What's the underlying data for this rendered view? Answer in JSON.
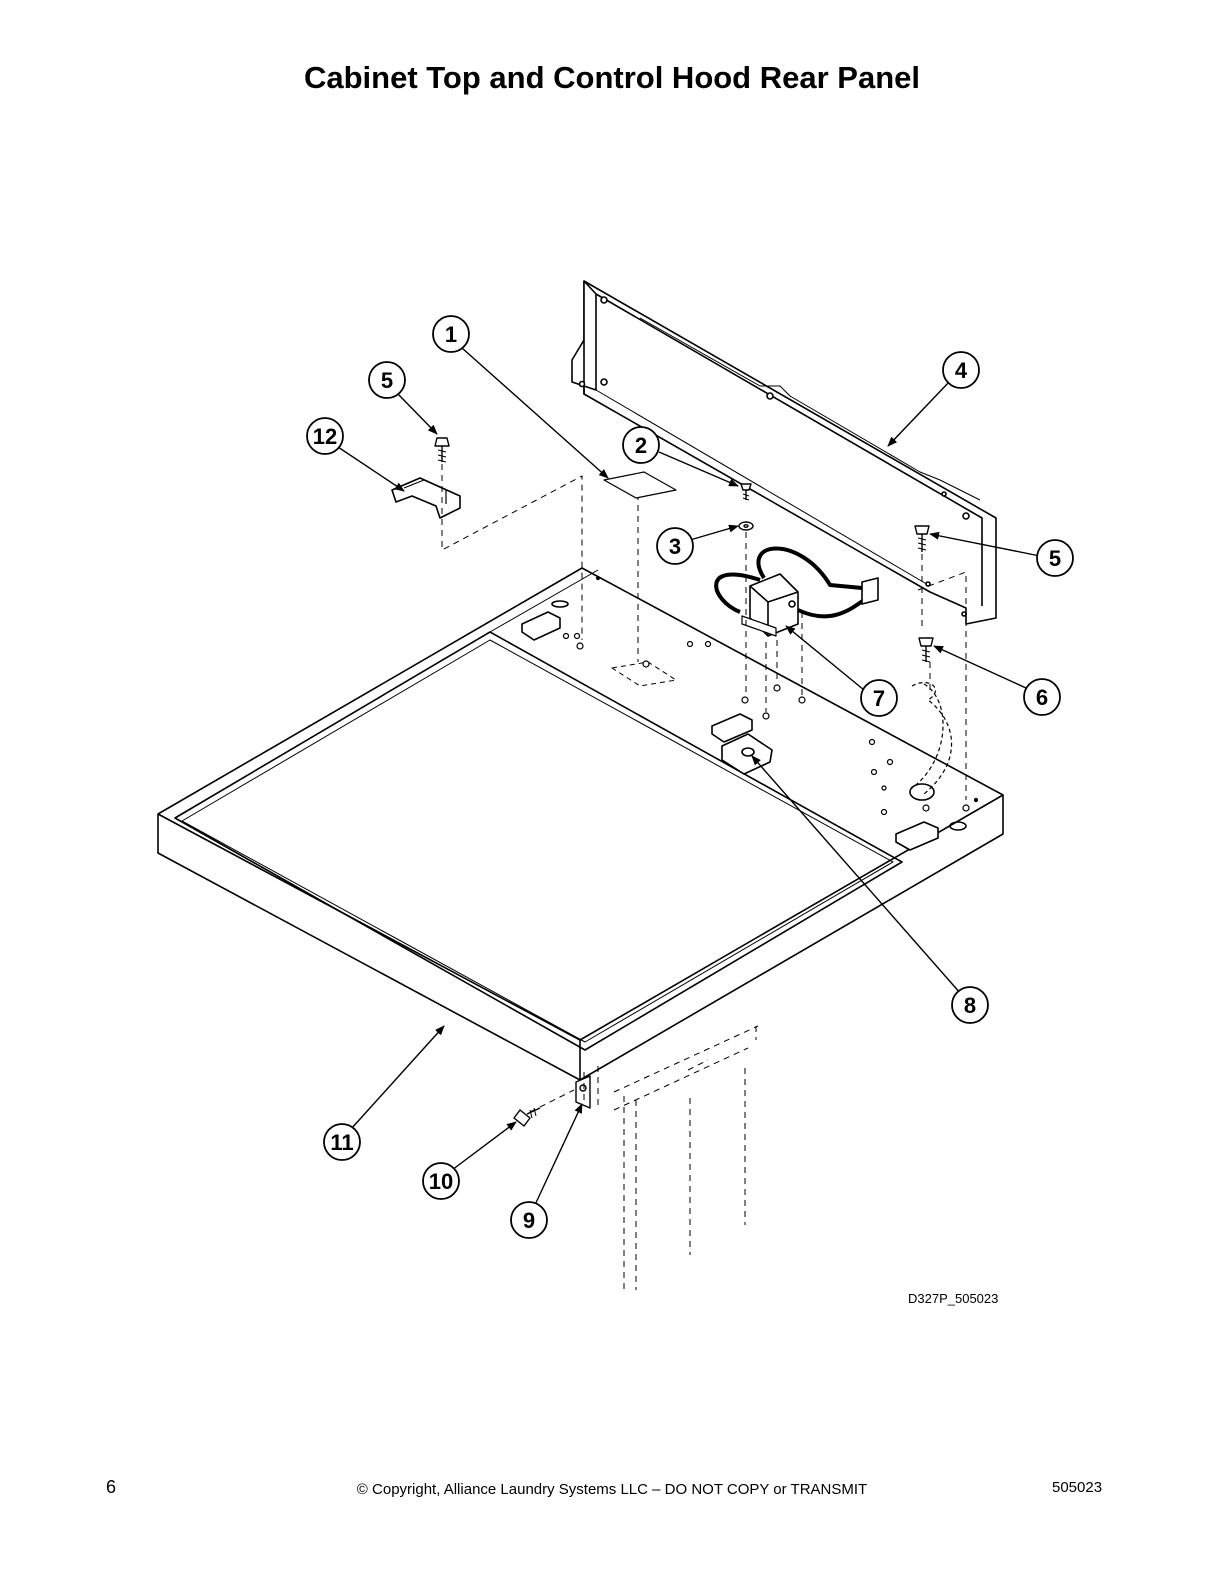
{
  "title": "Cabinet Top and Control Hood Rear Panel",
  "drawing_code": "D327P_505023",
  "footer": {
    "page_number": "6",
    "copyright": "© Copyright, Alliance Laundry Systems LLC – DO NOT COPY or TRANSMIT",
    "doc_number": "505023"
  },
  "callouts": [
    "1",
    "2",
    "3",
    "4",
    "5",
    "5",
    "6",
    "7",
    "8",
    "9",
    "10",
    "11",
    "12"
  ]
}
